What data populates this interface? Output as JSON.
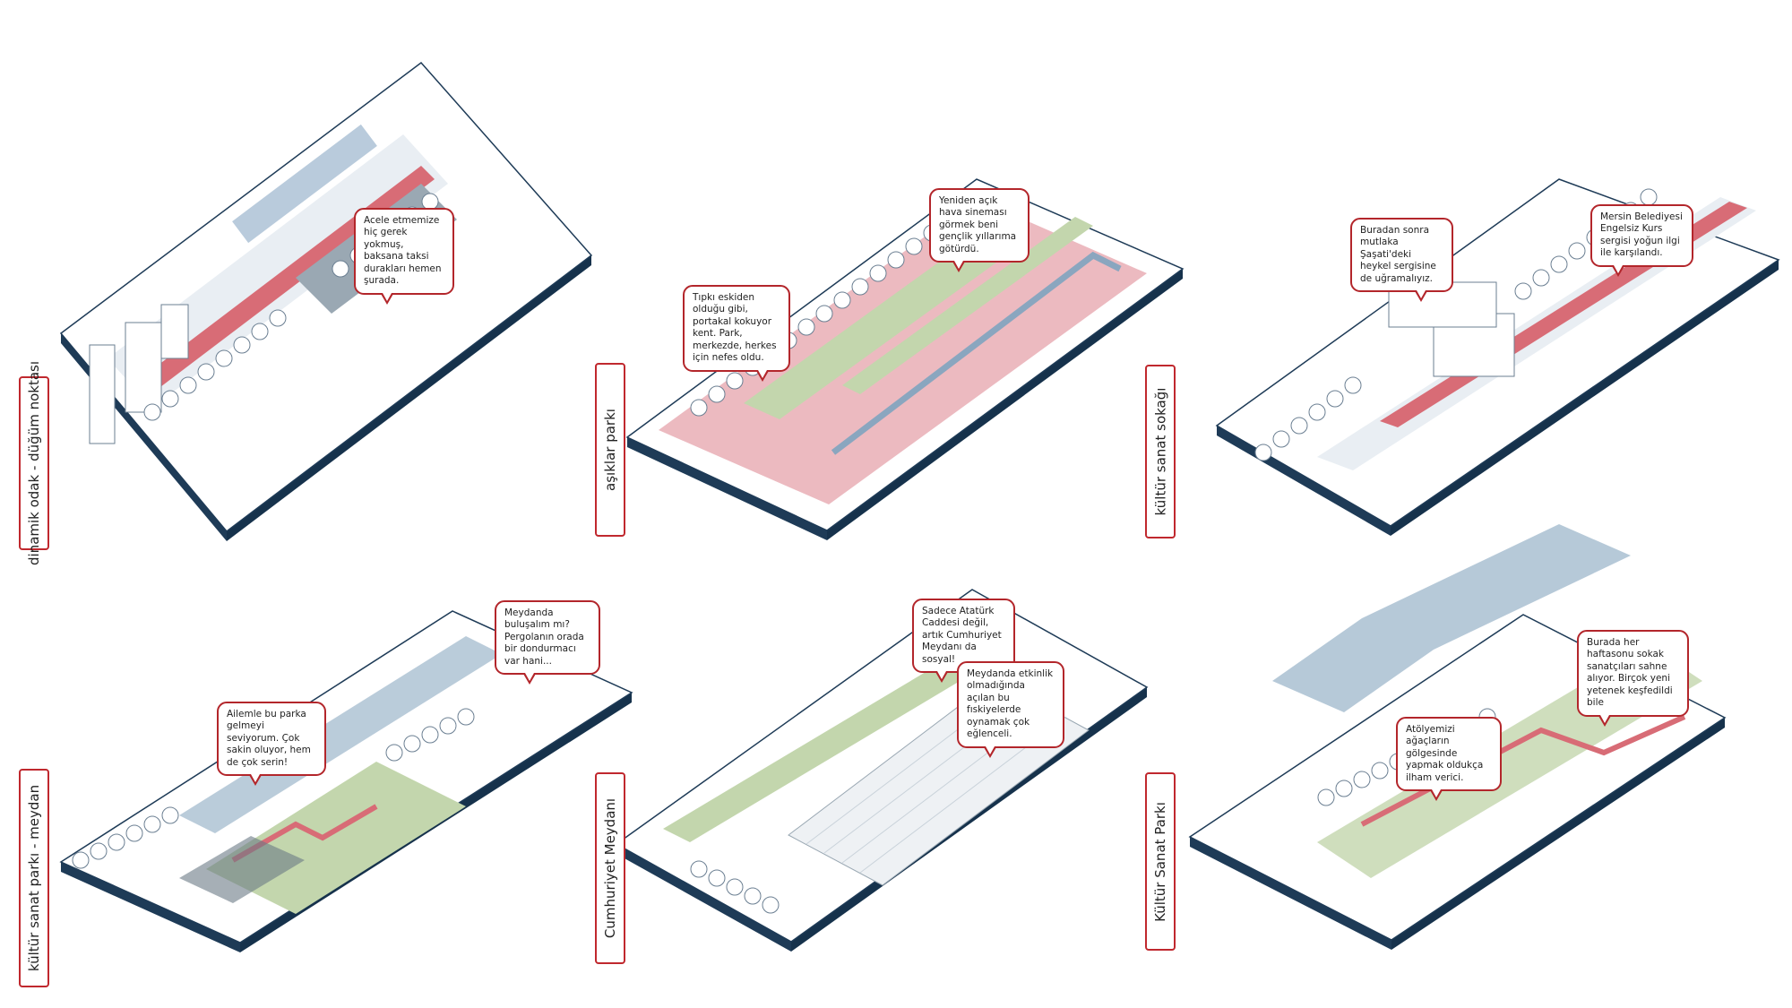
{
  "colors": {
    "accent_red": "#c0282e",
    "base_navy": "#1e3b57",
    "plan_blue": "#a9bfd1",
    "grass_green": "#c3d6ad",
    "pink": "#e6a3ab"
  },
  "panels": [
    {
      "label": "dinamik odak - düğüm noktası",
      "bubbles": [
        {
          "text": "Acele etmemize hiç gerek yokmuş, baksana taksi durakları hemen şurada."
        }
      ]
    },
    {
      "label": "aşıklar parkı",
      "bubbles": [
        {
          "text": "Yeniden açık hava sineması görmek beni gençlik yıllarıma götürdü."
        },
        {
          "text": "Tıpkı eskiden olduğu gibi, portakal kokuyor kent. Park, merkezde, herkes için nefes oldu."
        }
      ]
    },
    {
      "label": "kültür sanat sokağı",
      "bubbles": [
        {
          "text": "Buradan sonra mutlaka Şaşati'deki heykel sergisine de uğramalıyız."
        },
        {
          "text": "Mersin Belediyesi Engelsiz Kurs sergisi yoğun ilgi ile karşılandı."
        }
      ]
    },
    {
      "label": "kültür sanat parkı - meydan",
      "bubbles": [
        {
          "text": "Meydanda buluşalım mı? Pergolanın orada bir dondurmacı var hani..."
        },
        {
          "text": "Ailemle bu parka gelmeyi seviyorum. Çok sakin oluyor, hem de çok serin!"
        }
      ]
    },
    {
      "label": "Cumhuriyet Meydanı",
      "bubbles": [
        {
          "text": "Sadece Atatürk Caddesi değil, artık Cumhuriyet Meydanı da sosyal!"
        },
        {
          "text": "Meydanda etkinlik olmadığında açılan bu fıskiyelerde oynamak çok eğlenceli."
        }
      ]
    },
    {
      "label": "Kültür Sanat Parkı",
      "bubbles": [
        {
          "text": "Burada her haftasonu sokak sanatçıları sahne alıyor. Birçok yeni yetenek keşfedildi bile"
        },
        {
          "text": "Atölyemizi ağaçların gölgesinde yapmak oldukça ilham verici."
        }
      ]
    }
  ]
}
